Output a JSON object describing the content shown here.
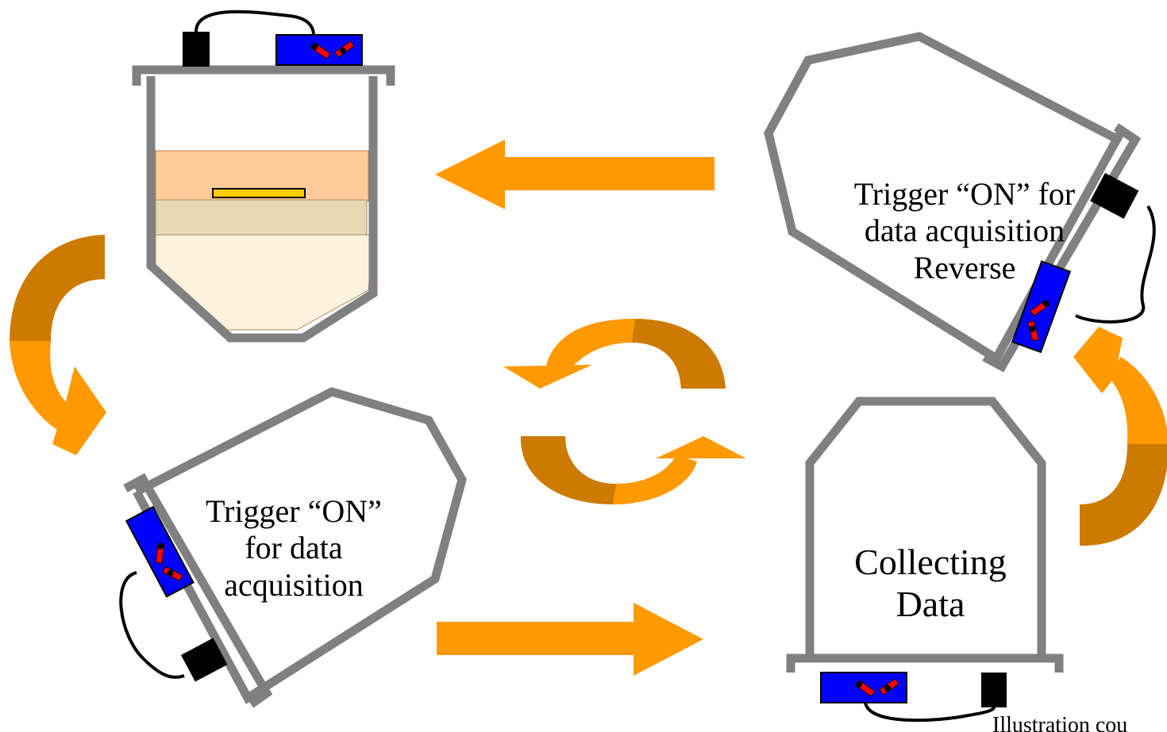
{
  "colors": {
    "arrow_light": "#ff9900",
    "arrow_dark": "#cc7a00",
    "frame": "#808080",
    "device_blue": "#0000ff",
    "device_black": "#000000",
    "switch_red": "#ff0000",
    "layer_top": "#ffcc99",
    "layer_sand": "#e8d9b5",
    "layer_bottom": "#fbf1dc",
    "sample_yellow": "#ffcc00"
  },
  "panels": {
    "bottom_left": {
      "lines": [
        "Trigger “ON”",
        "for data",
        "acquisition"
      ]
    },
    "top_right": {
      "lines": [
        "Trigger “ON” for",
        "data acquisition",
        "Reverse"
      ]
    },
    "bottom_right": {
      "lines": [
        "Collecting",
        "Data"
      ]
    }
  },
  "credit": "Illustration cou"
}
